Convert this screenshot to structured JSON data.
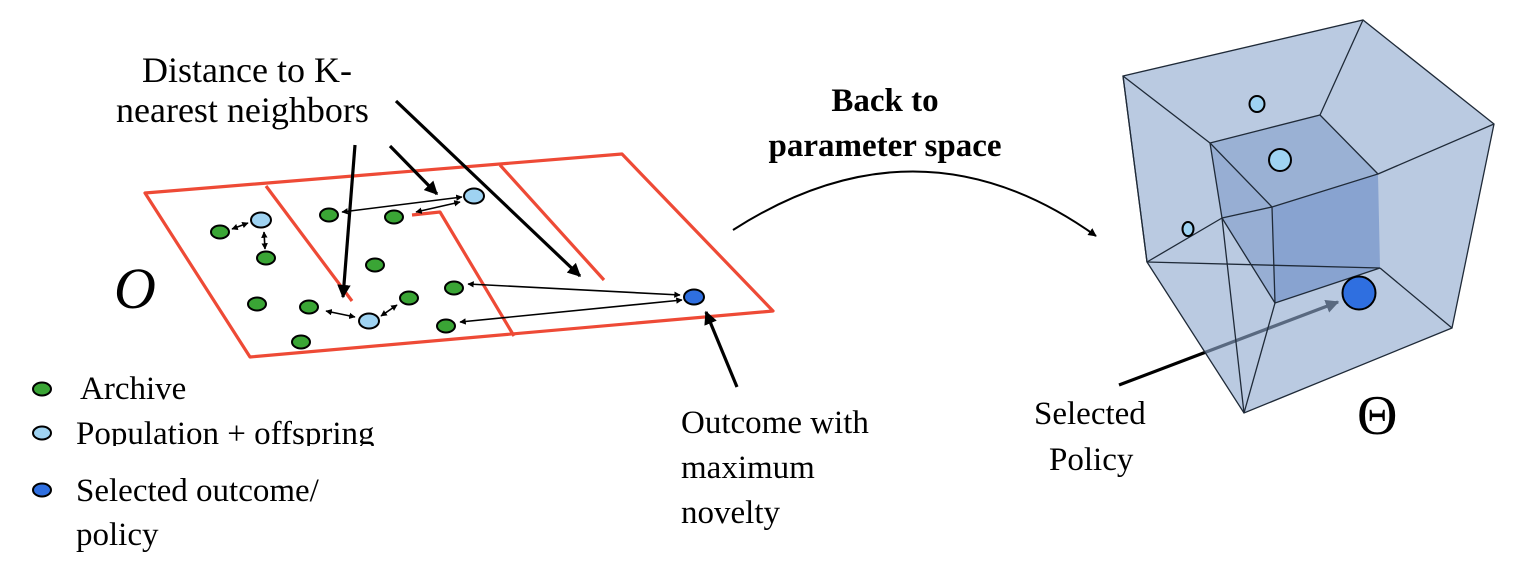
{
  "labels": {
    "distance_line1": "Distance to K-",
    "distance_line2": "nearest neighbors",
    "back_line1": "Back to",
    "back_line2": "parameter space",
    "space_o": "O",
    "space_theta": "Θ",
    "outcome_line1": "Outcome with",
    "outcome_line2": "maximum",
    "outcome_line3": "novelty",
    "selected_line1": "Selected",
    "selected_line2": "Policy"
  },
  "legend": {
    "archive": "Archive",
    "population": "Population + offspring",
    "selected_line1": "Selected outcome/",
    "selected_line2": "policy"
  },
  "colors": {
    "archive": "#3aa535",
    "population": "#9fd3f2",
    "selected": "#2f6fe0",
    "plane_border": "#ee4a36",
    "cube_fill": "#8fa9cf"
  }
}
